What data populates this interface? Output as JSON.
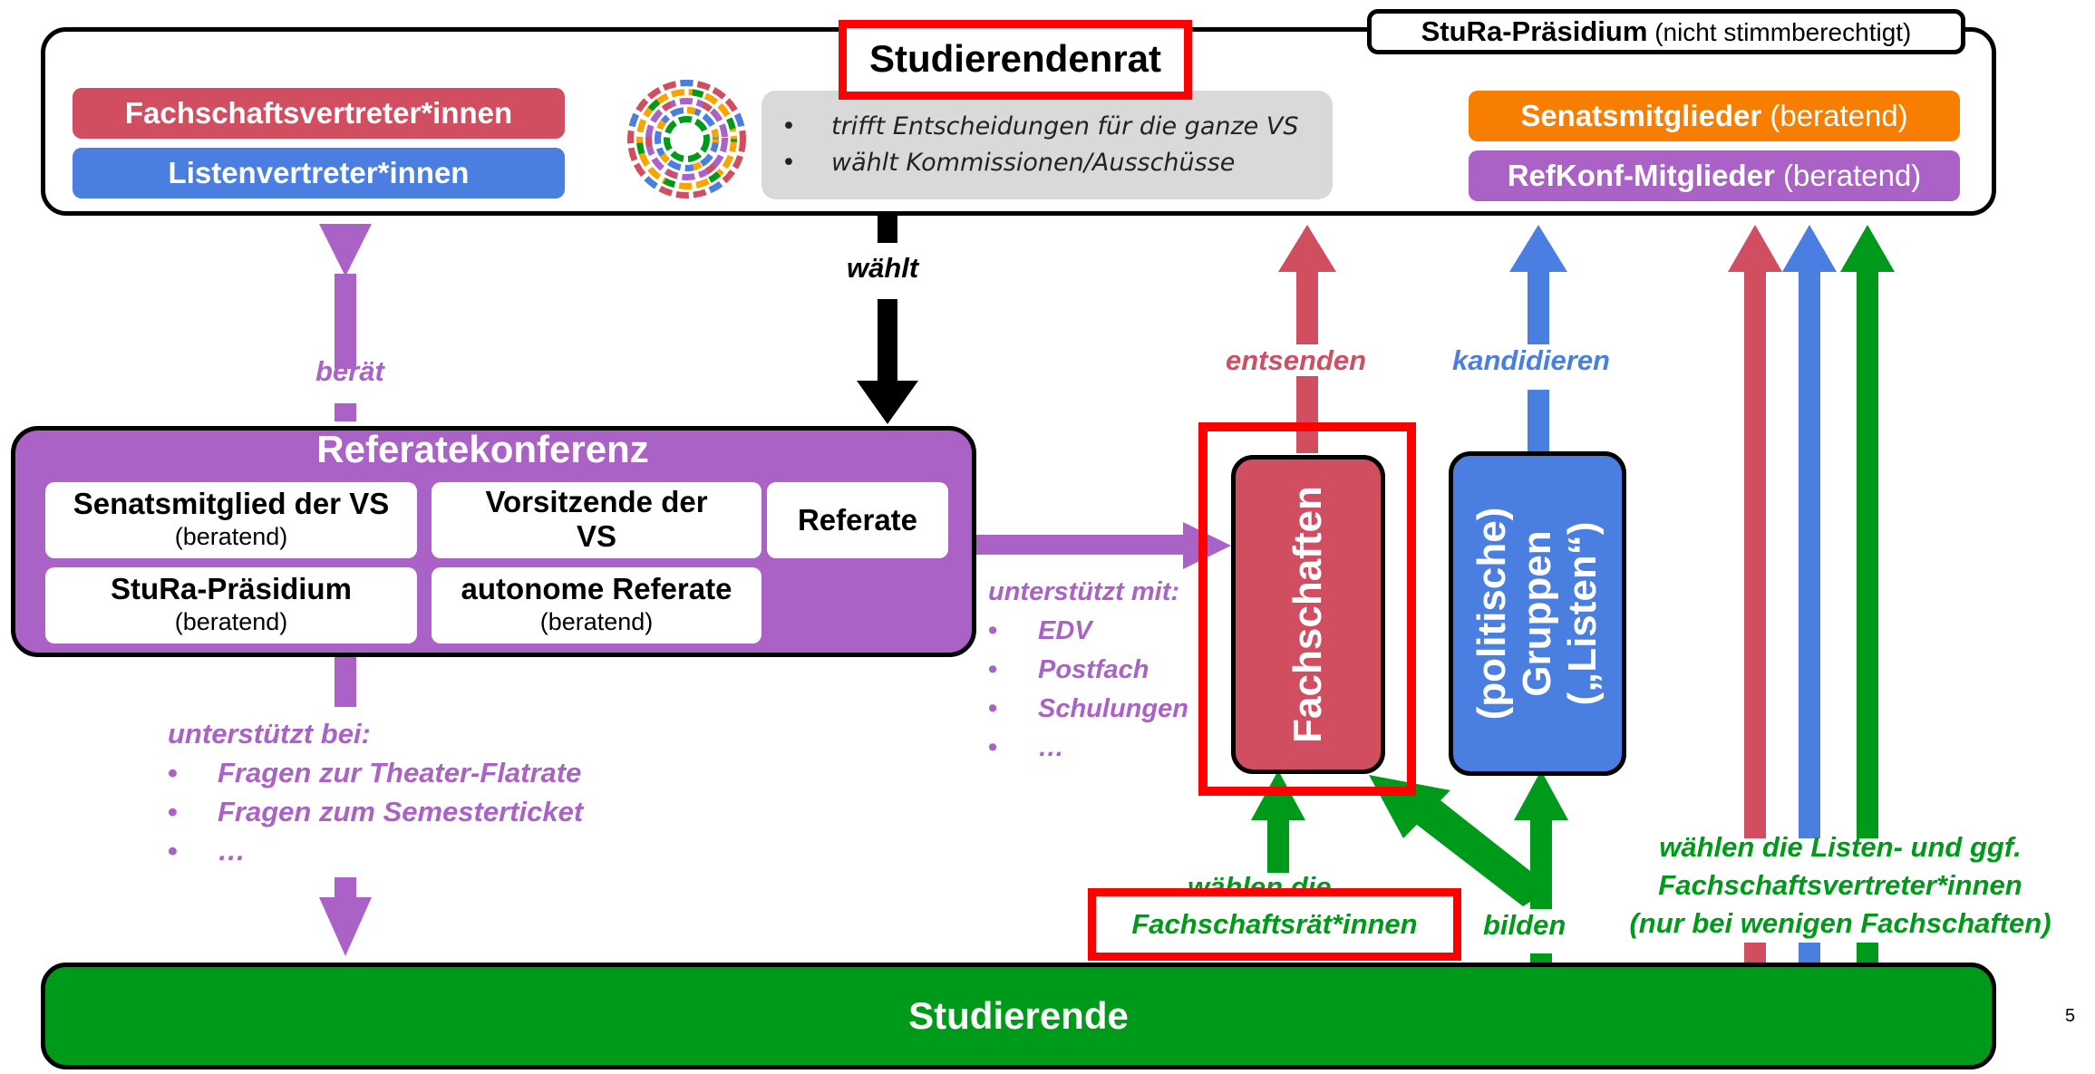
{
  "colors": {
    "purple": "#ab62c6",
    "red_pink": "#d04e60",
    "blue": "#4a7ee0",
    "green": "#009a1a",
    "orange": "#f77e00",
    "highlight_red": "#ff0000",
    "gray": "#d9d9d9"
  },
  "studierendenrat": {
    "title": "Studierendenrat",
    "left_members": [
      "Fachschaftsvertreter*innen",
      "Listenvertreter*innen"
    ],
    "right_members": [
      {
        "name": "Senatsmitglieder",
        "note": "(beratend)"
      },
      {
        "name": "RefKonf-Mitglieder",
        "note": "(beratend)"
      }
    ],
    "praesidium": {
      "name": "StuRa-Präsidium",
      "note": "(nicht stimmberechtigt)"
    },
    "tasks": [
      "trifft Entscheidungen für die ganze VS",
      "wählt Kommissionen/Ausschüsse"
    ],
    "logo_icon": "parliament-seats-icon"
  },
  "referatekonferenz": {
    "title": "Referatekonferenz",
    "members": [
      {
        "name": "Senatsmitglied der VS",
        "note": "(beratend)"
      },
      {
        "name": "Vorsitzende der VS",
        "note": ""
      },
      {
        "name": "Referate",
        "note": ""
      },
      {
        "name": "StuRa-Präsidium",
        "note": "(beratend)"
      },
      {
        "name": "autonome Referate",
        "note": "(beratend)"
      }
    ]
  },
  "labels": {
    "waehlt": "wählt",
    "beraet": "berät",
    "entsenden": "entsenden",
    "kandidieren": "kandidieren",
    "bilden": "bilden",
    "waehlen_die": "wählen die",
    "fachschaftsraete": "Fachschaftsrät*innen",
    "waehlen_listen": [
      "wählen die Listen- und ggf.",
      "Fachschaftsvertreter*innen",
      "(nur bei wenigen Fachschaften)"
    ]
  },
  "unterstuetzt_bei": {
    "heading": "unterstützt bei:",
    "items": [
      "Fragen zur Theater-Flatrate",
      "Fragen zum Semesterticket",
      "…"
    ]
  },
  "unterstuetzt_mit": {
    "heading": "unterstützt mit:",
    "items": [
      "EDV",
      "Postfach",
      "Schulungen",
      "…"
    ]
  },
  "fachschaften": {
    "label": "Fachschaften"
  },
  "gruppen": {
    "lines": [
      "(politische)",
      "Gruppen",
      "(„Listen“)"
    ]
  },
  "studierende": {
    "label": "Studierende"
  },
  "page_number": "5"
}
